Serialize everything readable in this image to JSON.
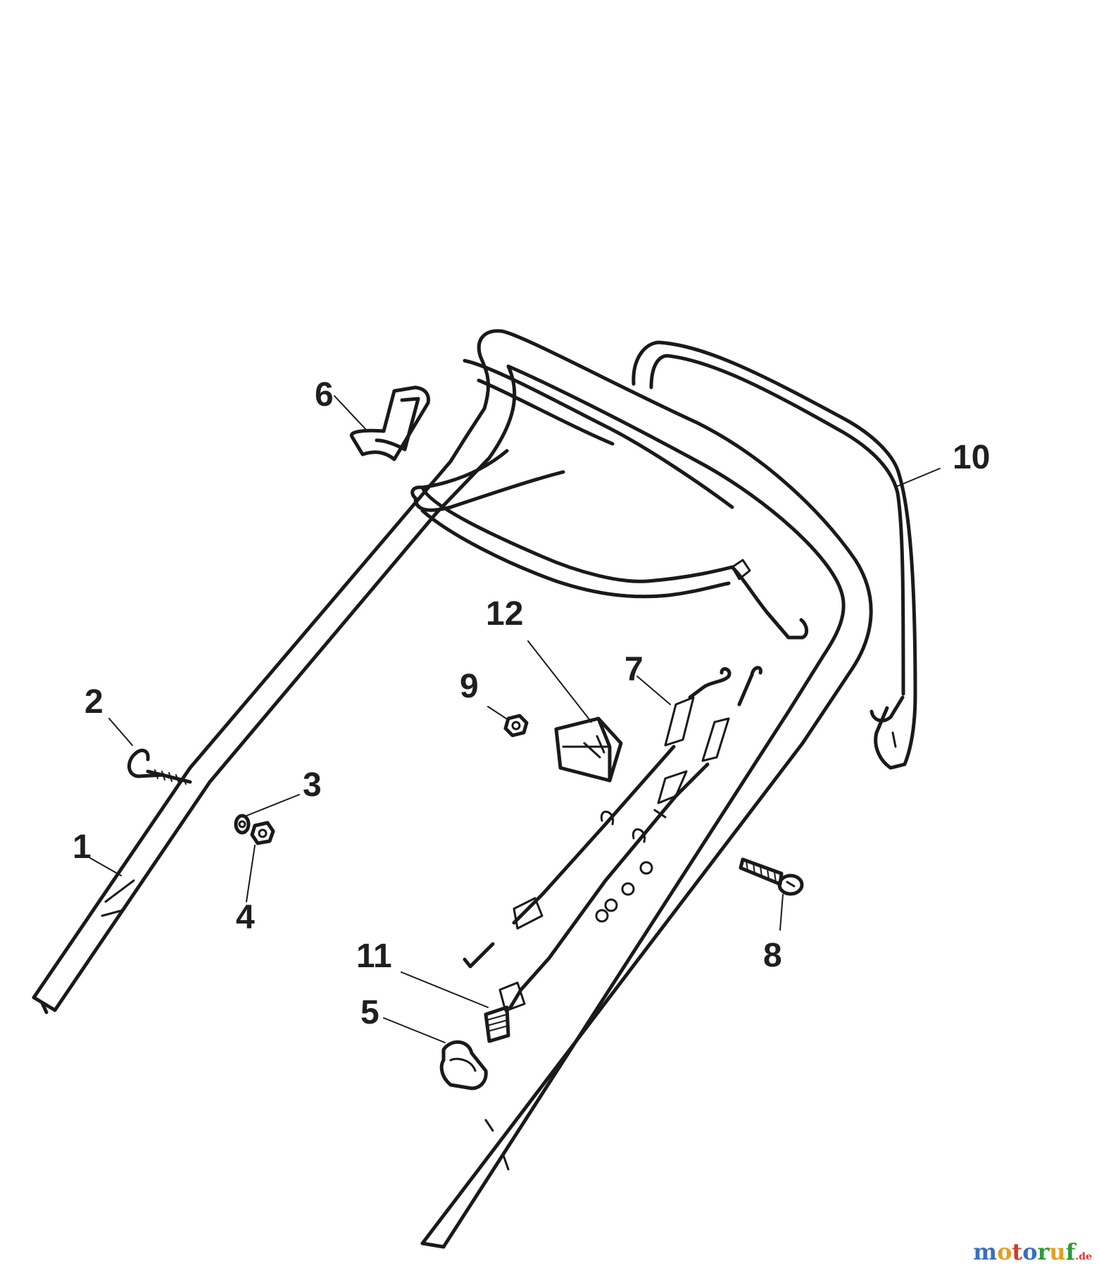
{
  "callouts": {
    "c1": "1",
    "c2": "2",
    "c3": "3",
    "c4": "4",
    "c5": "5",
    "c6": "6",
    "c7": "7",
    "c8": "8",
    "c9": "9",
    "c10": "10",
    "c11": "11",
    "c12": "12"
  },
  "watermark": {
    "letters": [
      "m",
      "o",
      "t",
      "o",
      "r",
      "u",
      "f"
    ],
    "letter_colors": [
      "#3a6fbf",
      "#e0a020",
      "#d13a2a",
      "#3a6fbf",
      "#2f9a3c",
      "#e0a020",
      "#2f9a3c"
    ],
    "suffix": ".de"
  },
  "colors": {
    "line": "#1a1a1a",
    "background": "#ffffff"
  }
}
